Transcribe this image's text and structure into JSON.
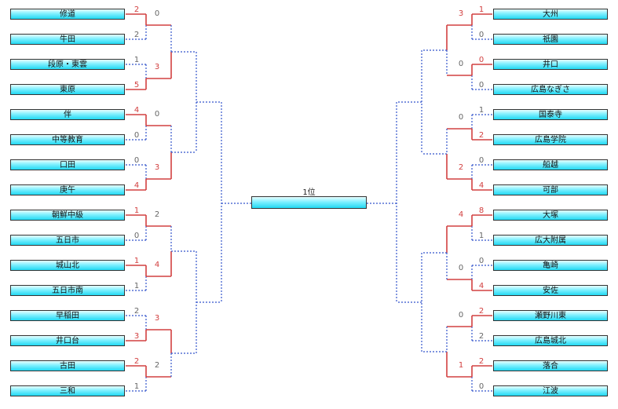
{
  "final": {
    "label": "1位"
  },
  "left": {
    "teams": [
      "修道",
      "牛田",
      "段原・東雲",
      "東原",
      "伴",
      "中等教育",
      "口田",
      "庚午",
      "朝鮮中級",
      "五日市",
      "城山北",
      "五日市南",
      "早稲田",
      "井口台",
      "古田",
      "三和"
    ],
    "r1": [
      [
        2,
        2
      ],
      [
        1,
        5
      ],
      [
        4,
        0
      ],
      [
        0,
        4
      ],
      [
        1,
        0
      ],
      [
        1,
        1
      ],
      [
        2,
        3
      ],
      [
        2,
        1
      ]
    ],
    "r2": [
      [
        0,
        3
      ],
      [
        0,
        3
      ],
      [
        2,
        4
      ],
      [
        3,
        2
      ]
    ]
  },
  "right": {
    "teams": [
      "大州",
      "祇園",
      "井口",
      "広島なぎさ",
      "国泰寺",
      "広島学院",
      "船越",
      "可部",
      "大塚",
      "広大附属",
      "亀崎",
      "安佐",
      "瀬野川東",
      "広島城北",
      "落合",
      "江波"
    ],
    "r1": [
      [
        1,
        0
      ],
      [
        0,
        0
      ],
      [
        1,
        2
      ],
      [
        0,
        4
      ],
      [
        8,
        1
      ],
      [
        0,
        4
      ],
      [
        2,
        2
      ],
      [
        2,
        0
      ]
    ],
    "r2": [
      [
        3,
        0
      ],
      [
        0,
        2
      ],
      [
        4,
        0
      ],
      [
        0,
        1
      ]
    ]
  },
  "colors": {
    "win": "#d24040",
    "lose": "#3355cc"
  }
}
